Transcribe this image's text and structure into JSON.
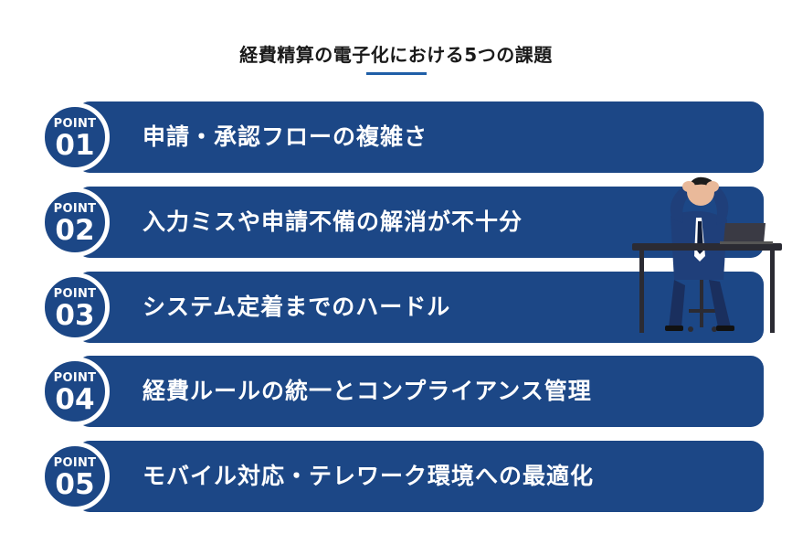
{
  "title": "経費精算の電子化における5つの課題",
  "points": [
    {
      "badge": "POINT",
      "number": "01",
      "text": "申請・承認フローの複雑さ"
    },
    {
      "badge": "POINT",
      "number": "02",
      "text": "入力ミスや申請不備の解消が不十分"
    },
    {
      "badge": "POINT",
      "number": "03",
      "text": "システム定着までのハードル"
    },
    {
      "badge": "POINT",
      "number": "04",
      "text": "経費ルールの統一とコンプライアンス管理"
    },
    {
      "badge": "POINT",
      "number": "05",
      "text": "モバイル対応・テレワーク環境への最適化"
    }
  ],
  "colors": {
    "bar": "#1c4786",
    "accent": "#1f5fa8",
    "text": "#1a1a1a"
  },
  "illustration": "stressed-businessman-at-desk-with-laptop"
}
